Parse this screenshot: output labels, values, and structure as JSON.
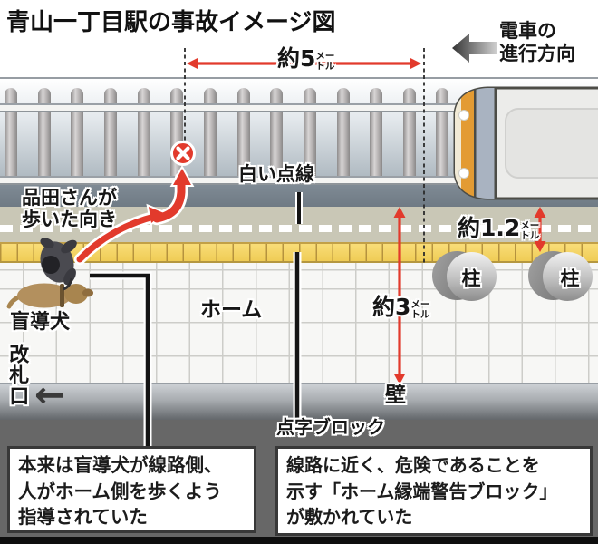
{
  "title": "青山一丁目駅の事故イメージ図",
  "train_direction": {
    "line1": "電車の",
    "line2": "進行方向"
  },
  "measurements": {
    "five_m": {
      "value": "約5",
      "unit_top": "メー",
      "unit_bottom": "トル"
    },
    "one_two_m": {
      "value": "約1.2",
      "unit_top": "メー",
      "unit_bottom": "トル"
    },
    "three_m": {
      "value": "約3",
      "unit_top": "メー",
      "unit_bottom": "トル"
    }
  },
  "labels": {
    "white_dotted_line": "白い点線",
    "walk_direction": {
      "line1": "品田さんが",
      "line2": "歩いた向き"
    },
    "guide_dog": "盲導犬",
    "platform": "ホーム",
    "ticket_gate": "改札口",
    "ticket_gate_arrow": "←",
    "pillar": "柱",
    "wall": "壁",
    "braille_block": "点字ブロック"
  },
  "callout_boxes": {
    "left": {
      "lines": [
        "本来は盲導犬が線路側、",
        "人がホーム側を歩くよう",
        "指導されていた"
      ]
    },
    "right": {
      "lines": [
        "線路に近く、危険であることを",
        "示す「ホーム縁端警告ブロック」",
        "が敷かれていた"
      ]
    }
  },
  "icons": {
    "crash_point": "x-circle",
    "train_direction_arrow": "arrow-left-fading",
    "gate_direction_arrow": "arrow-left"
  },
  "colors": {
    "accent_red": "#e23a2c",
    "tactile_yellow": "#f5d667",
    "track_gray": "#a8b3bb",
    "edge_tan": "#c9c7b6",
    "lower_gray": "#676767"
  }
}
